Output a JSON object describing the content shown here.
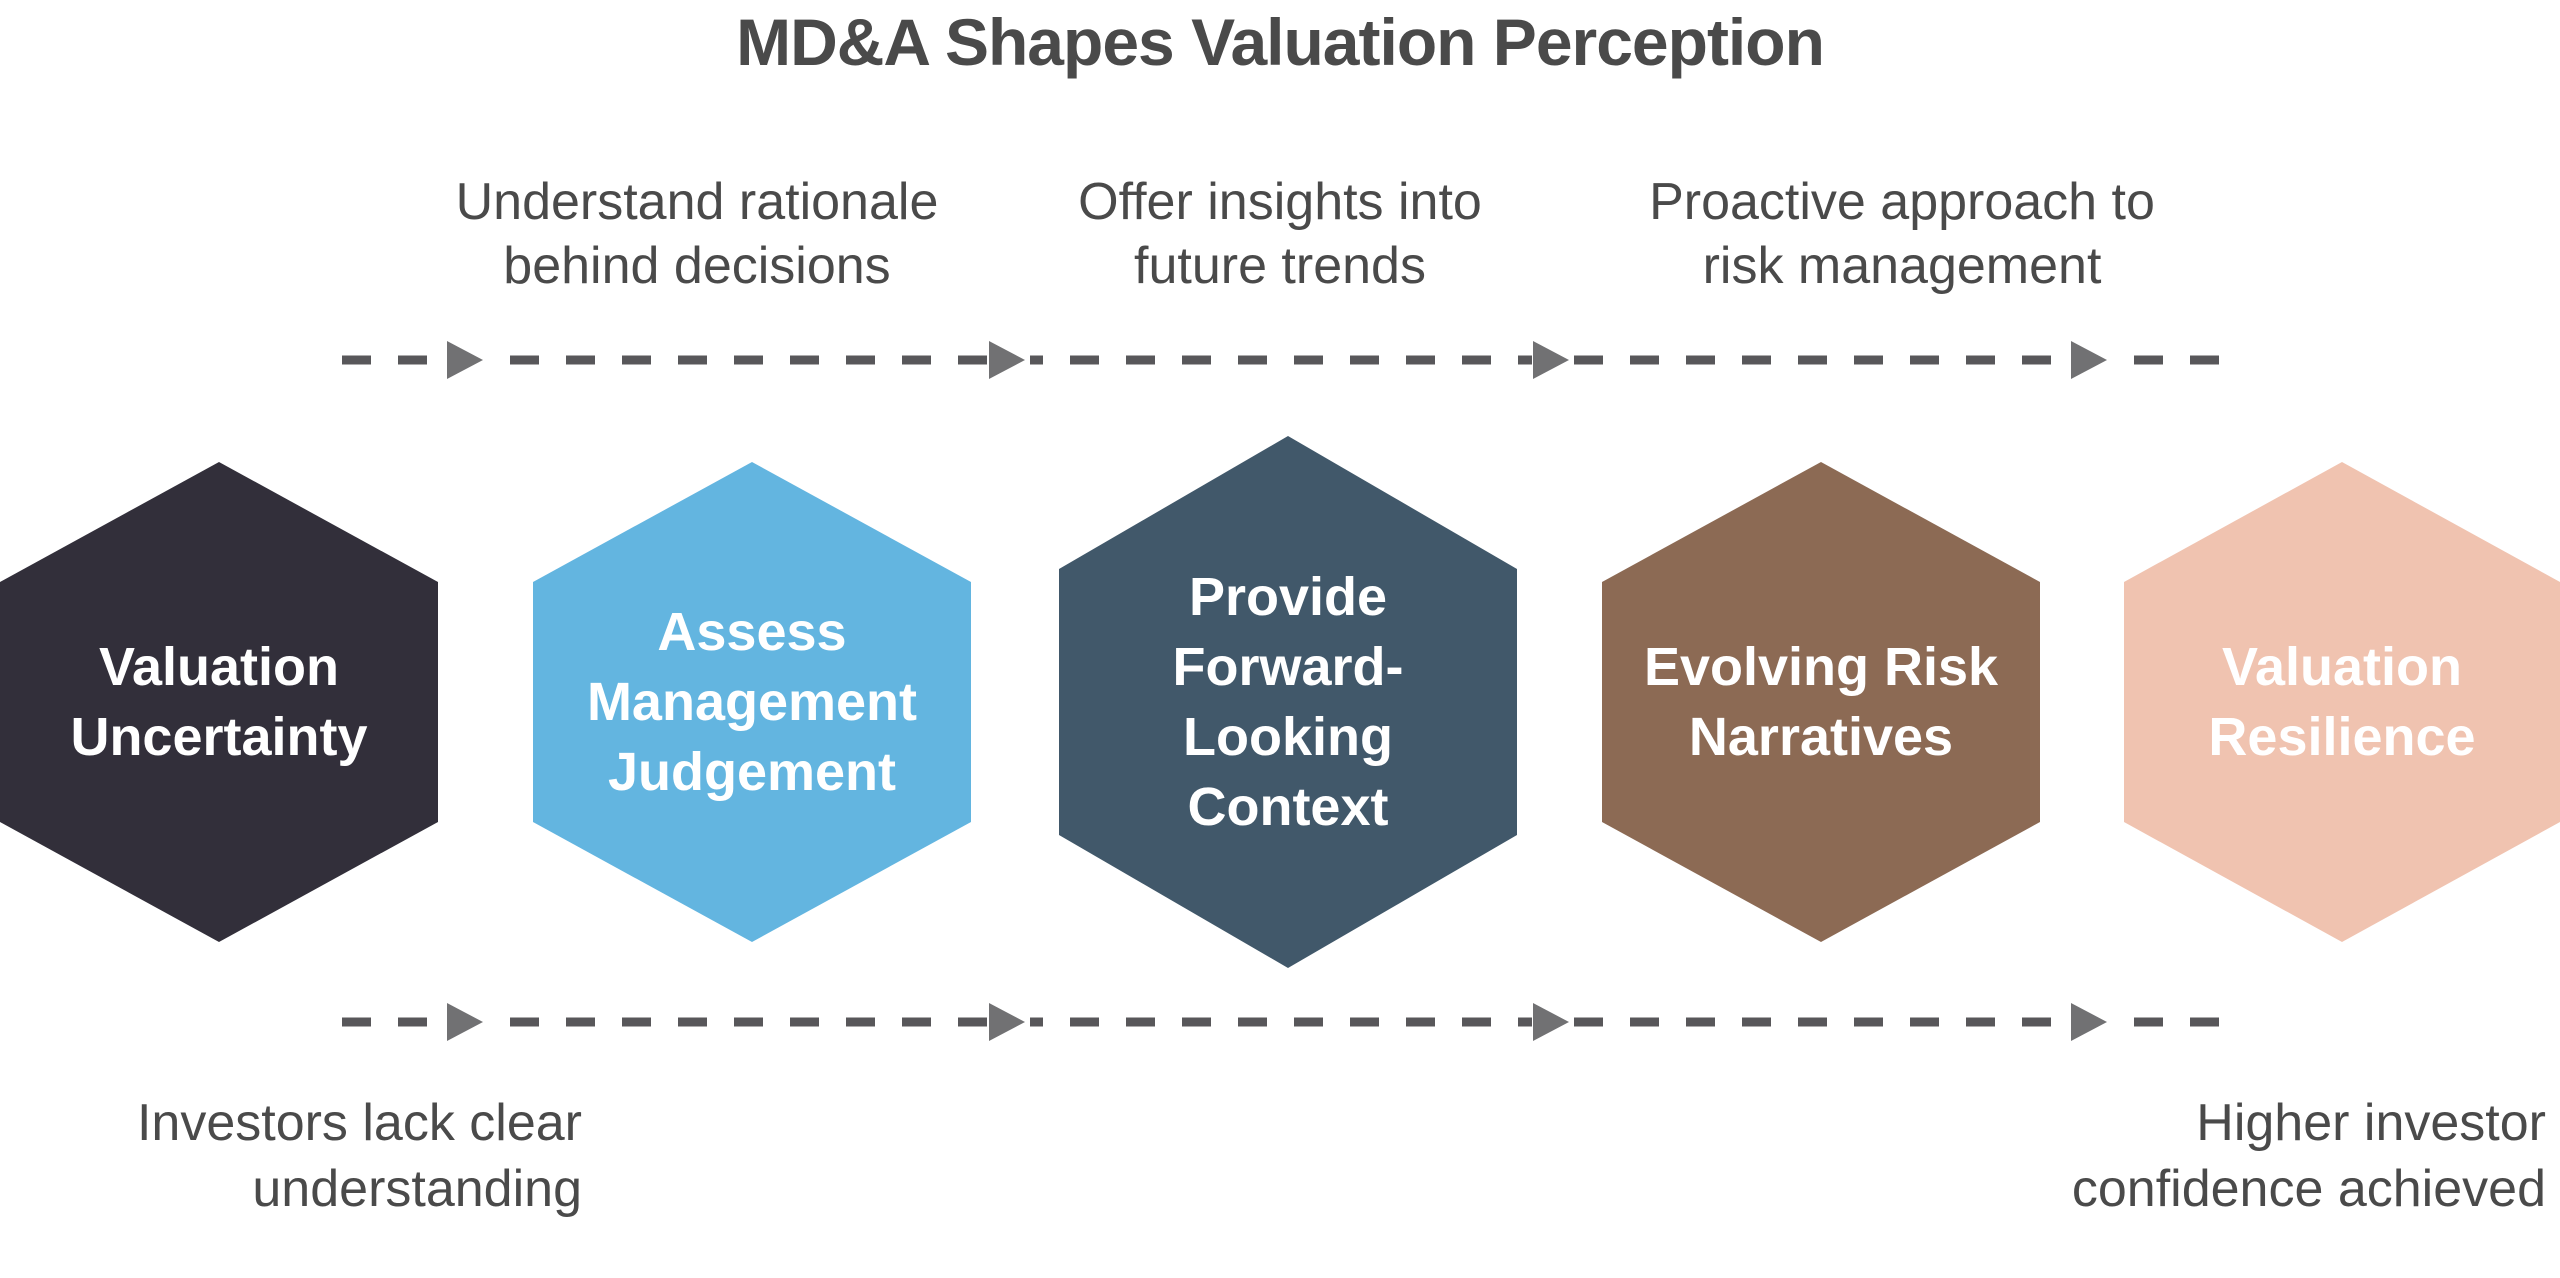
{
  "title": "MD&A Shapes Valuation Perception",
  "colors": {
    "background": "#ffffff",
    "text": "#4a4a4a",
    "hex-label": "#ffffff",
    "dash": "#58575a",
    "arrowhead": "#717173",
    "stage1": "#322f3a",
    "stage2": "#63b5e0",
    "stage3": "#41586a",
    "stage4": "#8c6a54",
    "stage5": "#f0c3b0"
  },
  "flow": {
    "transition_labels": [
      {
        "text": "Understand rationale\nbehind decisions"
      },
      {
        "text": "Offer insights into\nfuture trends"
      },
      {
        "text": "Proactive approach to\nrisk management"
      }
    ],
    "stages": [
      {
        "label": "Valuation\nUncertainty",
        "color": "#322f3a"
      },
      {
        "label": "Assess\nManagement\nJudgement",
        "color": "#63b5e0"
      },
      {
        "label": "Provide\nForward-\nLooking\nContext",
        "color": "#41586a"
      },
      {
        "label": "Evolving Risk\nNarratives",
        "color": "#8c6a54"
      },
      {
        "label": "Valuation\nResilience",
        "color": "#f0c3b0"
      }
    ],
    "start_note": "Investors lack clear\nunderstanding",
    "end_note": "Higher investor\nconfidence achieved"
  }
}
